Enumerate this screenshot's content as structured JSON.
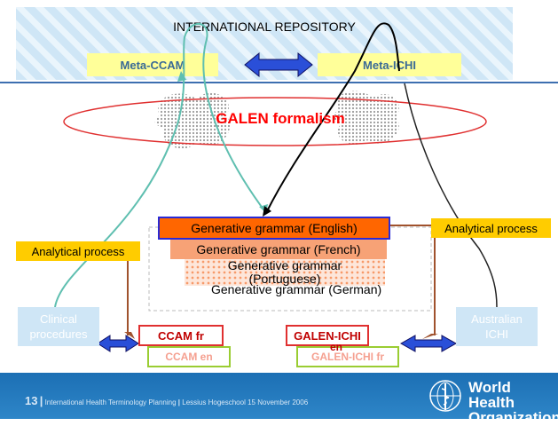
{
  "repository": {
    "title": "INTERNATIONAL REPOSITORY"
  },
  "meta": {
    "left": "Meta-CCAM",
    "right": "Meta-ICHI"
  },
  "formalism": {
    "label": "GALEN formalism"
  },
  "grammars": {
    "english": "Generative grammar (English)",
    "french": "Generative grammar (French)",
    "portuguese_line1": "Generative grammar",
    "portuguese_line2": "(Portuguese)",
    "german": "Generative grammar (German)"
  },
  "analytical": {
    "left": "Analytical process",
    "right": "Analytical process"
  },
  "sources": {
    "clinical_line1": "Clinical",
    "clinical_line2": "procedures",
    "australian_line1": "Australian",
    "australian_line2": "ICHI"
  },
  "classifications": {
    "ccam_fr": "CCAM fr",
    "ccam_en": "CCAM en",
    "galen_ichi_fr": "GALEN-ICHI",
    "galen_ichi_en_over": "en",
    "galen_ichi_en": "GALEN-ICHI fr"
  },
  "footer": {
    "slide_number": "13",
    "separator": "|",
    "text": "International Health Terminology Planning",
    "text2": "Lessius Hogeschool",
    "date": "15 November 2006",
    "org_line1": "World Health",
    "org_line2": "Organization"
  },
  "colors": {
    "arrow_blue": "#2a4fd8",
    "curve_teal": "#5fbfb0",
    "connector_brown": "#a0522d",
    "ellipse_red": "#e03030"
  }
}
